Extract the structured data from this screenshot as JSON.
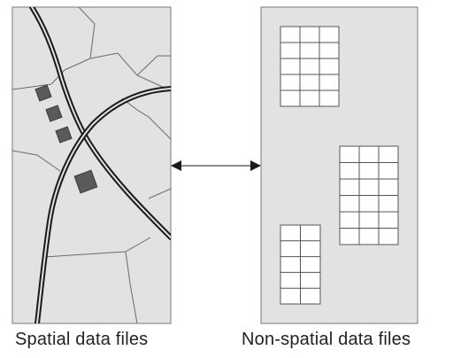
{
  "captions": {
    "spatial": "Spatial data files",
    "non_spatial": "Non-spatial data files"
  },
  "colors": {
    "panel_fill": "#e2e2e2",
    "panel_border": "#7a7a7a",
    "road": "#1a1a1a",
    "boundary": "#6a6a6a",
    "building": "#5a5a5a",
    "table_cell": "#ffffff",
    "arrow": "#1a1a1a"
  },
  "tables": [
    {
      "rows": 5,
      "cols": 3
    },
    {
      "rows": 6,
      "cols": 3
    },
    {
      "rows": 5,
      "cols": 2
    }
  ],
  "connector": {
    "type": "double-headed-arrow",
    "from": "spatial-panel",
    "to": "non-spatial-panel"
  }
}
